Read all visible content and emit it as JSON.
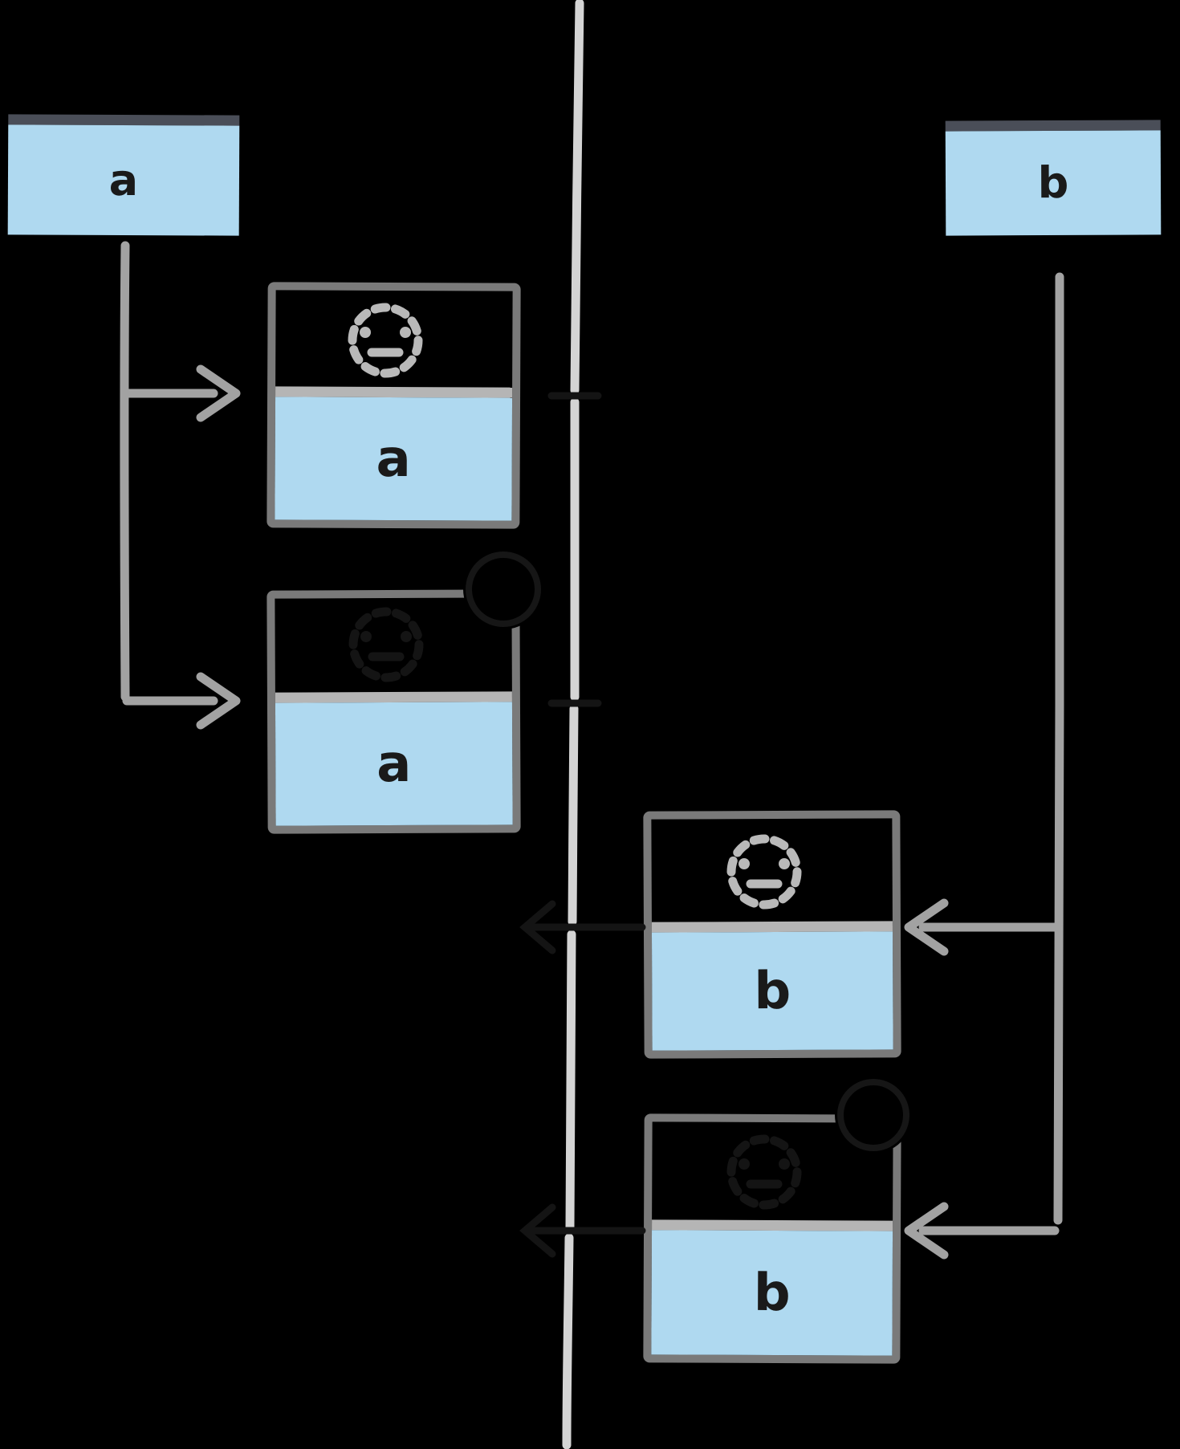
{
  "windows": {
    "left": {
      "label": "a"
    },
    "right": {
      "label": "b"
    }
  },
  "columns": {
    "left": {
      "tasks": [
        {
          "label": "a",
          "icon": "dashed-circle-face"
        },
        {
          "label": "a",
          "icon": "dashed-circle-face-dark",
          "corner_icon": "blocked-circle"
        }
      ]
    },
    "right": {
      "tasks": [
        {
          "label": "b",
          "icon": "dashed-circle-face"
        },
        {
          "label": "b",
          "icon": "dashed-circle-face-dark",
          "corner_icon": "blocked-circle"
        }
      ]
    }
  },
  "timeline": {
    "tick_ys": [
      493,
      876,
      1155,
      1533
    ],
    "crossing_marks": [
      "tick",
      "tick",
      "left-arrow",
      "left-arrow"
    ]
  },
  "colors": {
    "background": "#000000",
    "blue": "#afd9f0",
    "titlebar": "#4a4e58",
    "box_border": "#7a7a7a",
    "divider": "#b5b5b5",
    "face": "#b9b9b9",
    "timeline": "#d4d4d4",
    "connector": "#a2a2a2",
    "ink": "#1a1a1a"
  }
}
